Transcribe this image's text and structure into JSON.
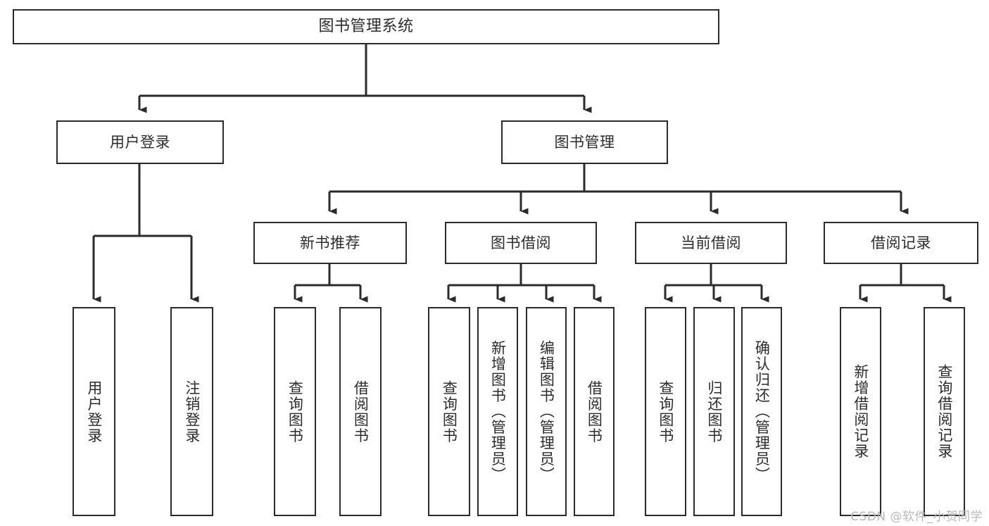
{
  "diagram": {
    "type": "tree-hierarchy",
    "title": "图书管理系统",
    "orientation": "top-down",
    "colors": {
      "box_border": "#2b2b2b",
      "box_fill": "#ffffff",
      "connector": "#2b2b2b",
      "text": "#2c2c2c",
      "watermark": "#b9b9b9",
      "background": "#ffffff"
    },
    "levels": 4
  },
  "nodes": {
    "root": {
      "label": "图书管理系统"
    },
    "tier2": [
      {
        "label": "用户登录"
      },
      {
        "label": "图书管理"
      }
    ],
    "tier3": [
      {
        "label": "新书推荐"
      },
      {
        "label": "图书借阅"
      },
      {
        "label": "当前借阅"
      },
      {
        "label": "借阅记录"
      }
    ],
    "leaves": {
      "user_login": [
        {
          "label": "用户登录"
        },
        {
          "label": "注销登录"
        }
      ],
      "new_book_recommend": [
        {
          "label": "查询图书"
        },
        {
          "label": "借阅图书"
        }
      ],
      "book_borrow": [
        {
          "label": "查询图书"
        },
        {
          "label": "新增图书（管理员）"
        },
        {
          "label": "编辑图书（管理员）"
        },
        {
          "label": "借阅图书"
        }
      ],
      "current_borrow": [
        {
          "label": "查询图书"
        },
        {
          "label": "归还图书"
        },
        {
          "label": "确认归还（管理员）"
        }
      ],
      "borrow_record": [
        {
          "label": "新增借阅记录"
        },
        {
          "label": "查询借阅记录"
        }
      ]
    }
  },
  "watermark": {
    "text": "CSDN @软件_小贺同学"
  }
}
